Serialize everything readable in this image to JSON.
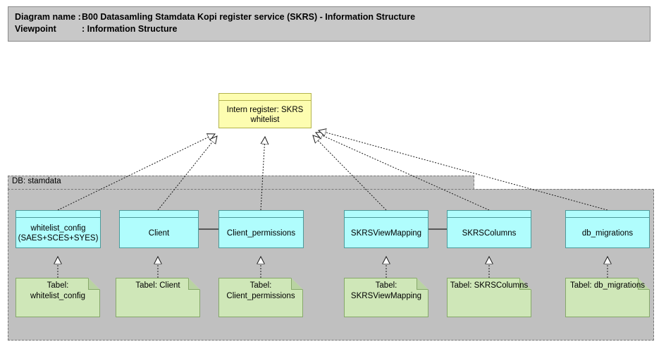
{
  "header": {
    "diagram_name_label": "Diagram name :",
    "diagram_name_value": "B00 Datasamling Stamdata Kopi register service (SKRS) - Information Structure",
    "viewpoint_label": "Viewpoint",
    "viewpoint_value": ": Information Structure"
  },
  "group": {
    "label": "DB: stamdata"
  },
  "top_node": {
    "label": "Intern register: SKRS whitelist"
  },
  "entities": [
    {
      "id": "whitelist_config",
      "label": "whitelist_config\n(SAES+SCES+SYES)"
    },
    {
      "id": "client",
      "label": "Client"
    },
    {
      "id": "client_permissions",
      "label": "Client_permissions"
    },
    {
      "id": "skrsviewmapping",
      "label": "SKRSViewMapping"
    },
    {
      "id": "skrscolumns",
      "label": "SKRSColumns"
    },
    {
      "id": "db_migrations",
      "label": "db_migrations"
    }
  ],
  "tables": [
    {
      "id": "tabel_whitelist_config",
      "label": "Tabel:\nwhitelist_config"
    },
    {
      "id": "tabel_client",
      "label": "Tabel: Client"
    },
    {
      "id": "tabel_client_permissions",
      "label": "Tabel:\nClient_permissions"
    },
    {
      "id": "tabel_skrsviewmapping",
      "label": "Tabel:\nSKRSViewMapping"
    },
    {
      "id": "tabel_skrscolumns",
      "label": "Tabel: SKRSColumns"
    },
    {
      "id": "tabel_db_migrations",
      "label": "Tabel: db_migrations"
    }
  ],
  "colors": {
    "header_bg": "#c8c8c8",
    "group_bg": "#c0c0c0",
    "entity_bg": "#b0fdfd",
    "entity_border": "#4c9a9a",
    "object_bg": "#fdfdb0",
    "object_border": "#b3b34d",
    "artifact_bg": "#cfe7b8",
    "artifact_border": "#86a86a",
    "line": "#1a1a1a"
  }
}
